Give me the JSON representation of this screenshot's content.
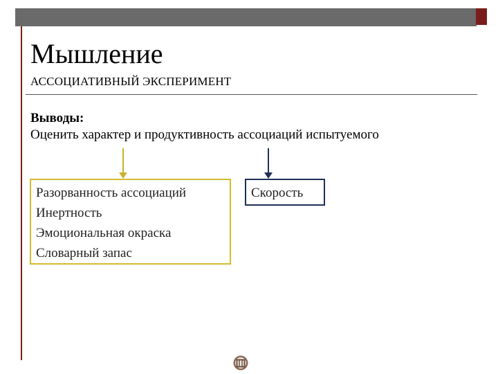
{
  "slide": {
    "title": "Мышление",
    "subtitle": "АССОЦИАТИВНЫЙ ЭКСПЕРИМЕНТ",
    "conclusion_heading": "Выводы:",
    "conclusion_text": "Оценить характер и продуктивность ассоциаций испытуемого",
    "left_box": {
      "items": [
        "Разорванность ассоциаций",
        "Инертность",
        "Эмоциональная окраска",
        "Словарный запас"
      ],
      "border_color": "#d4bb2e"
    },
    "right_box": {
      "items": [
        "Скорость"
      ],
      "border_color": "#1f2f5c"
    },
    "footer_icon": "template-logo-icon"
  },
  "colors": {
    "accent_dark_red": "#7a1d1d",
    "band_gray": "#6a6a6a",
    "arrow_yellow": "#c9b22a",
    "arrow_navy": "#1f2f5c"
  }
}
